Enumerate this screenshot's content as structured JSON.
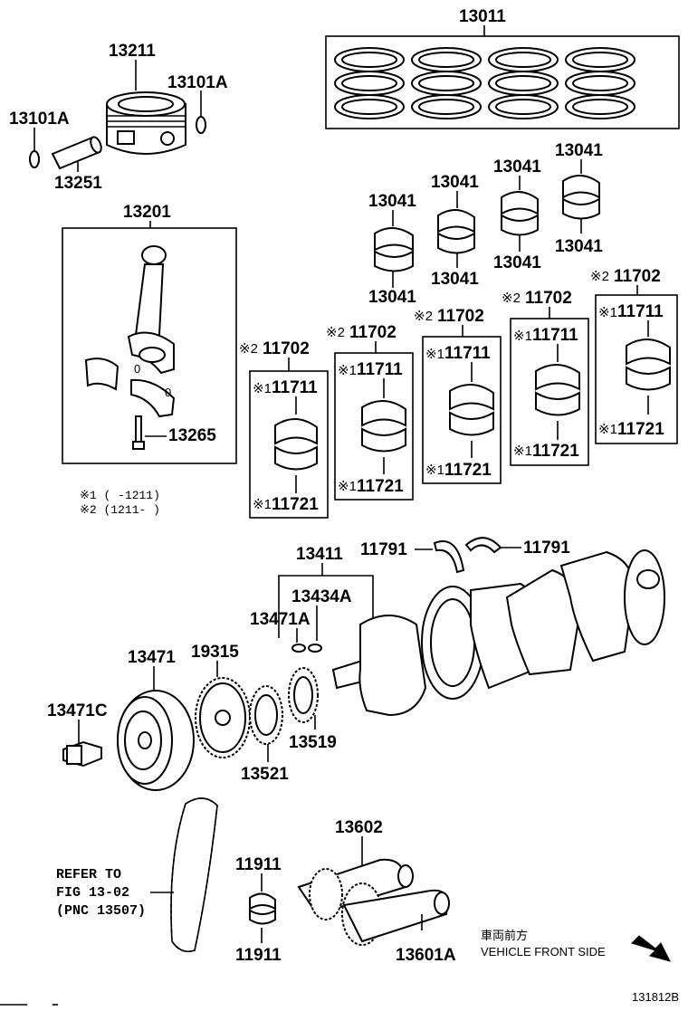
{
  "parts": {
    "p13011": "13011",
    "p13211": "13211",
    "p13101A_r": "13101A",
    "p13101A_l": "13101A",
    "p13251": "13251",
    "p13201": "13201",
    "p13265": "13265",
    "b1_top": "13041",
    "b1_bot": "13041",
    "b2_top": "13041",
    "b2_bot": "13041",
    "b3_top": "13041",
    "b3_bot": "13041",
    "b4_top": "13041",
    "b4_bot": "13041",
    "m1_set": "11702",
    "m1_up": "11711",
    "m1_low": "11721",
    "m2_set": "11702",
    "m2_up": "11711",
    "m2_low": "11721",
    "m3_set": "11702",
    "m3_up": "11711",
    "m3_low": "11721",
    "m4_set": "11702",
    "m4_up": "11711",
    "m4_low": "11721",
    "m5_set": "11702",
    "m5_up": "11711",
    "m5_low": "11721",
    "p11791_l": "11791",
    "p11791_r": "11791",
    "p13411": "13411",
    "p13434A": "13434A",
    "p13471A": "13471A",
    "p13471": "13471",
    "p19315": "19315",
    "p13471C": "13471C",
    "p13521": "13521",
    "p13519": "13519",
    "p13602": "13602",
    "p11911_top": "11911",
    "p11911_bot": "11911",
    "p13601A": "13601A"
  },
  "marks": {
    "m1": "※1",
    "m2": "※2"
  },
  "notes": {
    "note1": "※1 (      -1211)",
    "note2": "※2 (1211-      )"
  },
  "refer": {
    "line1": "REFER TO",
    "line2": "FIG 13-02",
    "line3": "(PNC 13507)"
  },
  "direction": {
    "jp": "車両前方",
    "en": "VEHICLE FRONT SIDE"
  },
  "figure_id": "131812B"
}
